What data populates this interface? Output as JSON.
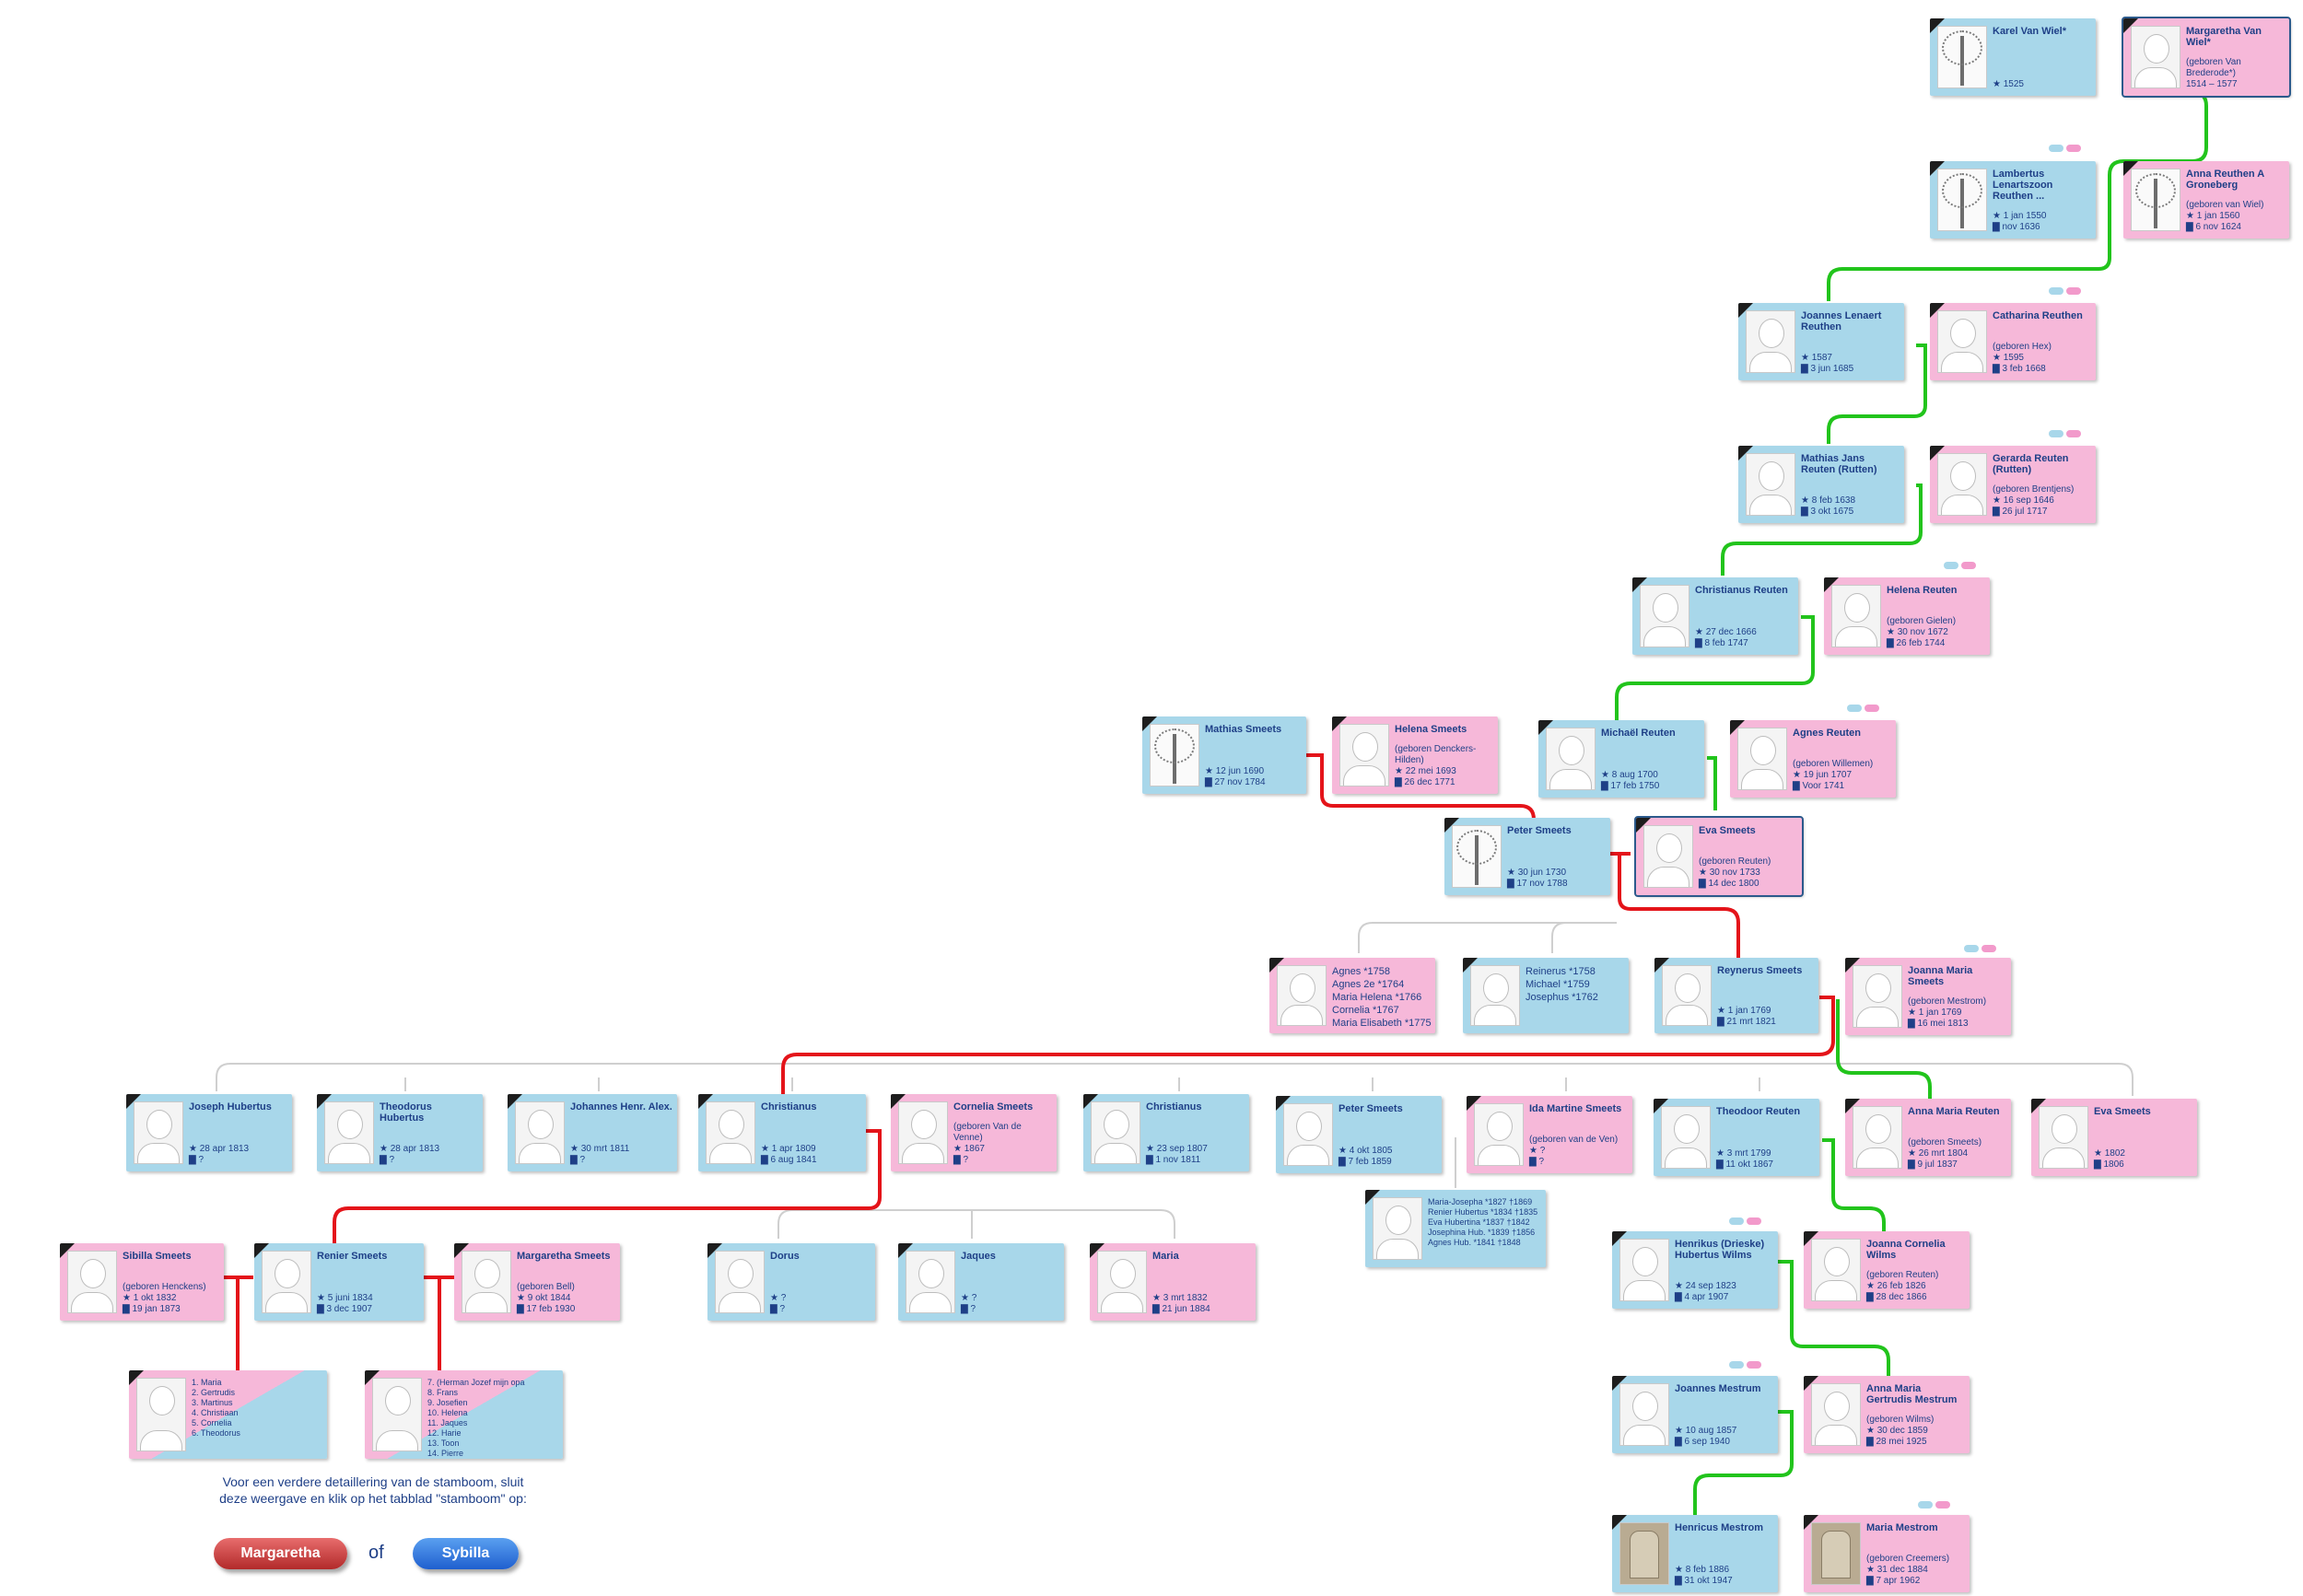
{
  "colors": {
    "male": "#a8d7ea",
    "female": "#f6b8d9",
    "lineage": "#22c41c",
    "family": "#e4141a",
    "sibling": "#cfcfcf"
  },
  "people": {
    "p1": {
      "name": "Karel Van Wiel*",
      "dates": "★ 1525"
    },
    "p2": {
      "name": "Margaretha Van Wiel*",
      "dates": "(geboren Van Brederode*)\n1514 – 1577"
    },
    "p3": {
      "name": "Lambertus Lenartszoon Reuthen ...",
      "dates": "★ 1 jan 1550\n▇ nov 1636"
    },
    "p4": {
      "name": "Anna Reuthen A Groneberg",
      "dates": "(geboren van Wiel)\n★ 1 jan 1560\n▇ 6 nov 1624"
    },
    "p5": {
      "name": "Joannes Lenaert Reuthen",
      "dates": "★ 1587\n▇ 3 jun 1685"
    },
    "p6": {
      "name": "Catharina Reuthen",
      "dates": "(geboren Hex)\n★ 1595\n▇ 3 feb 1668"
    },
    "p7": {
      "name": "Mathias Jans Reuten (Rutten)",
      "dates": "★ 8 feb 1638\n▇ 3 okt 1675"
    },
    "p8": {
      "name": "Gerarda Reuten (Rutten)",
      "dates": "(geboren Brentjens)\n★ 16 sep 1646\n▇ 26 jul 1717"
    },
    "p9": {
      "name": "Christianus Reuten",
      "dates": "★ 27 dec 1666\n▇ 8 feb 1747"
    },
    "p10": {
      "name": "Helena Reuten",
      "dates": "(geboren Gielen)\n★ 30 nov 1672\n▇ 26 feb 1744"
    },
    "p11": {
      "name": "Mathias Smeets",
      "dates": "★ 12 jun 1690\n▇ 27 nov 1784"
    },
    "p12": {
      "name": "Helena Smeets",
      "dates": "(geboren Denckers-Hilden)\n★ 22 mei 1693\n▇ 26 dec 1771"
    },
    "p13": {
      "name": "Michaël Reuten",
      "dates": "★ 8 aug 1700\n▇ 17 feb 1750"
    },
    "p14": {
      "name": "Agnes Reuten",
      "dates": "(geboren Willemen)\n★ 19 jun 1707\n▇ Voor 1741"
    },
    "p15": {
      "name": "Peter Smeets",
      "dates": "★ 30 jun 1730\n▇ 17 nov 1788"
    },
    "p16": {
      "name": "Eva Smeets",
      "dates": "(geboren Reuten)\n★ 30 nov 1733\n▇ 14 dec 1800"
    },
    "p17": {
      "kids": "Agnes *1758\nAgnes 2e *1764\nMaria Helena *1766\nCornelia *1767\nMaria Elisabeth *1775"
    },
    "p18": {
      "kids": "Reinerus *1758\nMichael *1759\nJosephus *1762"
    },
    "p19": {
      "name": "Reynerus Smeets",
      "dates": "★ 1 jan 1769\n▇ 21 mrt 1821"
    },
    "p20": {
      "name": "Joanna Maria Smeets",
      "dates": "(geboren Mestrom)\n★ 1 jan 1769\n▇ 16 mei 1813"
    },
    "p21": {
      "name": "Joseph Hubertus",
      "dates": "★ 28 apr 1813\n▇ ?"
    },
    "p22": {
      "name": "Theodorus Hubertus",
      "dates": "★ 28 apr 1813\n▇ ?"
    },
    "p23": {
      "name": "Johannes Henr. Alex.",
      "dates": "★ 30 mrt 1811\n▇ ?"
    },
    "p24": {
      "name": "Christianus",
      "dates": "★ 1 apr 1809\n▇ 6 aug 1841"
    },
    "p25": {
      "name": "Cornelia Smeets",
      "dates": "(geboren Van de Venne)\n★ 1867\n▇ ?"
    },
    "p26": {
      "name": "Christianus",
      "dates": "★ 23 sep 1807\n▇ 1 nov 1811"
    },
    "p27": {
      "name": "Peter Smeets",
      "dates": "★ 4 okt 1805\n▇ 7 feb 1859"
    },
    "p28": {
      "name": "Ida Martine Smeets",
      "dates": "(geboren van de Ven)\n★ ?\n▇ ?"
    },
    "p29": {
      "name": "Theodoor Reuten",
      "dates": "★ 3 mrt 1799\n▇ 11 okt 1867"
    },
    "p30": {
      "name": "Anna Maria Reuten",
      "dates": "(geboren Smeets)\n★ 26 mrt 1804\n▇ 9 jul 1837"
    },
    "p31": {
      "name": "Eva Smeets",
      "dates": "★ 1802\n▇ 1806"
    },
    "p32": {
      "kids": "Maria-Josepha *1827 †1869\nRenier Hubertus *1834 †1835\nEva Hubertina *1837 †1842\nJosephina Hub. *1839 †1856\nAgnes Hub. *1841 †1848"
    },
    "p33": {
      "name": "Sibilla Smeets",
      "dates": "(geboren Henckens)\n★ 1 okt 1832\n▇ 19 jan 1873"
    },
    "p34": {
      "name": "Renier Smeets",
      "dates": "★ 5 juni 1834\n▇ 3 dec 1907"
    },
    "p35": {
      "name": "Margaretha Smeets",
      "dates": "(geboren Bell)\n★ 9 okt 1844\n▇ 17 feb 1930"
    },
    "p36": {
      "name": "Dorus",
      "dates": "★ ?\n▇ ?"
    },
    "p37": {
      "name": "Jaques",
      "dates": "★ ?\n▇ ?"
    },
    "p38": {
      "name": "Maria",
      "dates": "★ 3 mrt 1832\n▇ 21 jun 1884"
    },
    "p39": {
      "name": "Henrikus (Drieske) Hubertus Wilms",
      "dates": "★ 24 sep 1823\n▇ 4 apr 1907"
    },
    "p40": {
      "name": "Joanna Cornelia Wilms",
      "dates": "(geboren Reuten)\n★ 26 feb 1826\n▇ 28 dec 1866"
    },
    "p41": {
      "name": "Joannes Mestrum",
      "dates": "★ 10 aug 1857\n▇ 6 sep 1940"
    },
    "p42": {
      "name": "Anna Maria Gertrudis Mestrum",
      "dates": "(geboren Wilms)\n★ 30 dec 1859\n▇ 28 mei 1925"
    },
    "p43": {
      "kids": "1. Maria\n2. Gertrudis\n3. Martinus\n4. Christiaan\n5. Cornelia\n6. Theodorus"
    },
    "p44": {
      "kids": "7. (Herman Jozef mijn opa\n8. Frans\n9. Josefien\n10. Helena\n11. Jaques\n12. Harie\n13. Toon\n14. Pierre"
    },
    "p45": {
      "name": "Henricus Mestrom",
      "dates": "★ 8 feb 1886\n▇ 31 okt 1947"
    },
    "p46": {
      "name": "Maria Mestrom",
      "dates": "(geboren Creemers)\n★ 31 dec 1884\n▇ 7 apr 1962"
    }
  },
  "footer": {
    "note": "Voor een verdere detaillering van de stamboom, sluit deze weergave en klik op het tabblad \"stamboom\" op:",
    "btn1": "Margaretha",
    "or": "of",
    "btn2": "Sybilla"
  }
}
